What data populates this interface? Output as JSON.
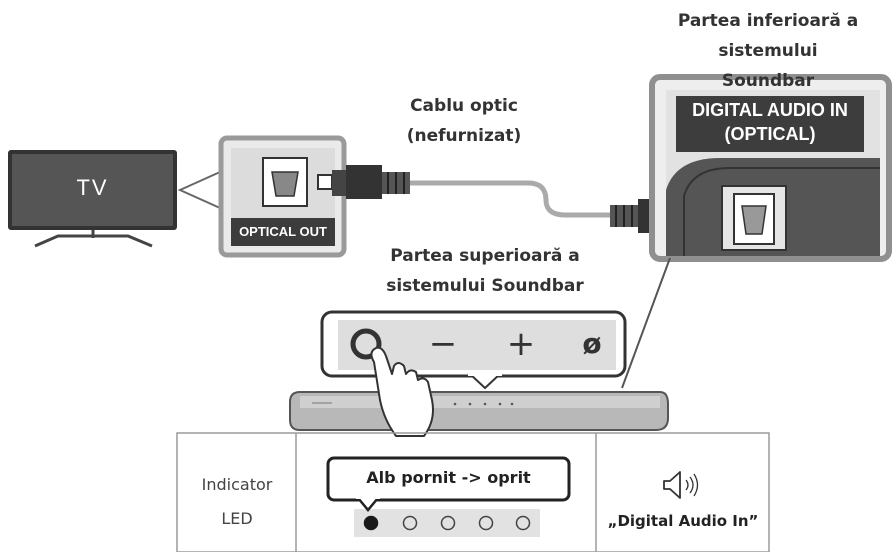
{
  "labels": {
    "soundbar_bottom_line1": "Partea inferioară a sistemului",
    "soundbar_bottom_line2": "Soundbar",
    "cable_line1": "Cablu optic",
    "cable_line2": "(nefurnizat)",
    "soundbar_top_line1": "Partea superioară a",
    "soundbar_top_line2": "sistemului Soundbar"
  },
  "tv": {
    "label": "TV",
    "port_label": "OPTICAL OUT"
  },
  "soundbar_port": {
    "line1": "DIGITAL AUDIO IN",
    "line2": "(OPTICAL)"
  },
  "soundbar_buttons": {
    "minus": "−",
    "plus": "+",
    "mute": "ø"
  },
  "table": {
    "indicator_line1": "Indicator",
    "indicator_line2": "LED",
    "led_status": "Alb pornit -> oprit",
    "led_states": [
      "on",
      "off",
      "off",
      "off",
      "off"
    ],
    "speaker_text": "„Digital Audio In”"
  }
}
